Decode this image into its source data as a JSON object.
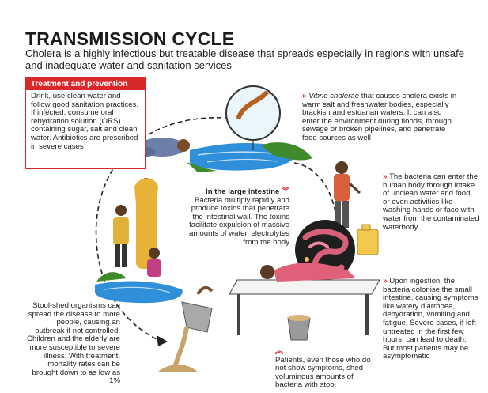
{
  "title": "TRANSMISSION CYCLE",
  "subtitle": "Cholera is a highly infectious but treatable disease that spreads especially in regions with unsafe and inadequate water and sanitation services",
  "treatment": {
    "heading": "Treatment and prevention",
    "body": "Drink, use clean water and follow good sanitation practices. If infected, consume oral rehydration solution (ORS) containing sugar, salt and clean water. Antibiotics are prescribed in severe cases"
  },
  "vibrio": {
    "italic": "Vibrio cholerae",
    "text": " that causes cholera exists in warm salt and freshwater bodies, especially brackish and estuarian waters. It can also enter the environment during floods, through sewage or broken pipelines, and penetrate food sources as well"
  },
  "intestine": {
    "heading": "In the large intestine",
    "text": "Bacteria multiply rapidly and produce toxins that penetrate the intestinal wall. The toxins facilitate expulsion of massive amounts of water, electrolytes from the body"
  },
  "bacteria_enter": "The bacteria can enter the human body through intake of unclean water and food, or even activities like washing hands or face with water from the contaminated waterbody",
  "ingestion": "Upon ingestion, the bacteria colonise the small intestine, causing symptoms like watery diarrhoea, dehydration, vomiting and fatigue. Severe cases, if left untreated in the first few hours, can lead to death. But most patients may be asymptomatic",
  "stool_shed": "Stool-shed organisms can spread the disease to more people, causing an outbreak if not controlled. Children and the elderly are more susceptible to severe illness. With treatment, mortality rates can be brought down to as low as 1%",
  "patients": "Patients, even those who do not show symptoms, shed voluminous amounts of bacteria with stool",
  "chevron": "»",
  "colors": {
    "accent": "#d8282a",
    "water": "#2f8fd8",
    "grass": "#3f8a2a"
  }
}
